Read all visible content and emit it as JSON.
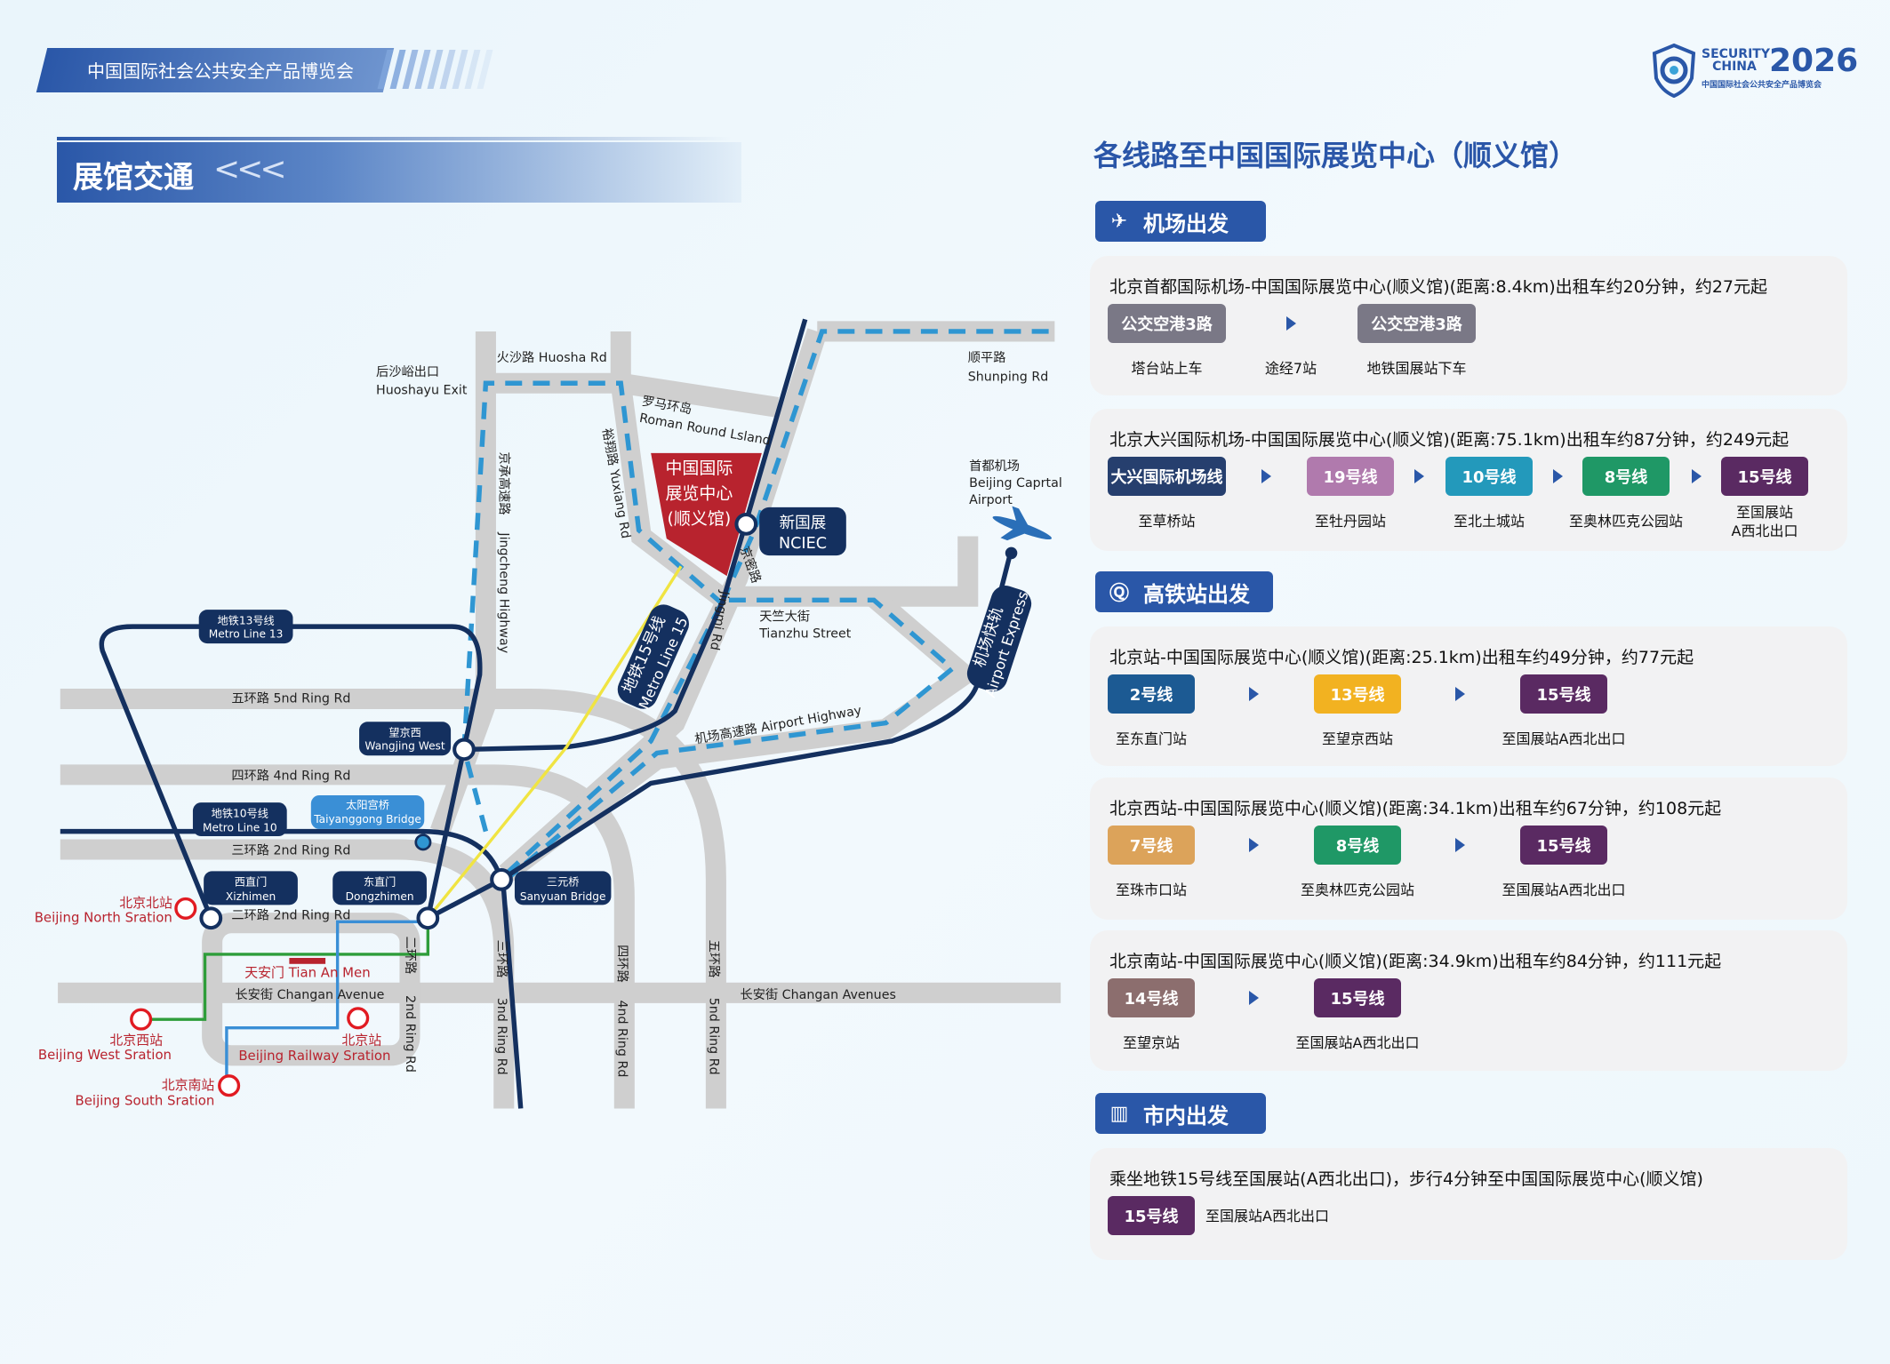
{
  "header": {
    "banner_text": "中国国际社会公共安全产品博览会",
    "section_title": "展馆交通",
    "section_chevrons": "<<<",
    "logo": {
      "line1": "SECURITY",
      "line2": "CHINA",
      "year": "2026",
      "subtitle": "中国国际社会公共安全产品博览会"
    }
  },
  "right_title": "各线路至中国国际展览中心（顺义馆）",
  "sections": [
    {
      "label": "机场出发",
      "icon": "airplane-icon"
    },
    {
      "label": "高铁站出发",
      "icon": "train-icon"
    },
    {
      "label": "市内出发",
      "icon": "building-icon"
    }
  ],
  "routes": [
    {
      "title": "北京首都国际机场-中国国际展览中心(顺义馆)(距离:8.4km)出租车约20分钟，约27元起",
      "steps": [
        {
          "type": "pill",
          "label": "公交空港3路",
          "color": "#7a7886",
          "sub": "塔台站上车"
        },
        {
          "type": "arrow",
          "sub": "途经7站"
        },
        {
          "type": "pill",
          "label": "公交空港3路",
          "color": "#7a7886",
          "sub": "地铁国展站下车"
        }
      ]
    },
    {
      "title": "北京大兴国际机场-中国国际展览中心(顺义馆)(距离:75.1km)出租车约87分钟，约249元起",
      "steps": [
        {
          "type": "pill",
          "label": "大兴国际机场线",
          "color": "#263f6e",
          "sub": "至草桥站"
        },
        {
          "type": "arrow"
        },
        {
          "type": "pill",
          "label": "19号线",
          "color": "#b07aad",
          "sub": "至牡丹园站"
        },
        {
          "type": "arrow"
        },
        {
          "type": "pill",
          "label": "10号线",
          "color": "#2399bb",
          "sub": "至北土城站"
        },
        {
          "type": "arrow"
        },
        {
          "type": "pill",
          "label": "8号线",
          "color": "#1f9866",
          "sub": "至奥林匹克公园站"
        },
        {
          "type": "arrow"
        },
        {
          "type": "pill",
          "label": "15号线",
          "color": "#5a2a62",
          "sub": "至国展站\nA西北出口"
        }
      ]
    },
    {
      "title": "北京站-中国国际展览中心(顺义馆)(距离:25.1km)出租车约49分钟，约77元起",
      "steps": [
        {
          "type": "pill",
          "label": "2号线",
          "color": "#1c5a93",
          "sub": "至东直门站"
        },
        {
          "type": "arrow"
        },
        {
          "type": "pill",
          "label": "13号线",
          "color": "#f2b221",
          "sub": "至望京西站"
        },
        {
          "type": "arrow"
        },
        {
          "type": "pill",
          "label": "15号线",
          "color": "#5a2a62",
          "sub": "至国展站A西北出口"
        }
      ]
    },
    {
      "title": "北京西站-中国国际展览中心(顺义馆)(距离:34.1km)出租车约67分钟，约108元起",
      "steps": [
        {
          "type": "pill",
          "label": "7号线",
          "color": "#dca35a",
          "sub": "至珠市口站"
        },
        {
          "type": "arrow"
        },
        {
          "type": "pill",
          "label": "8号线",
          "color": "#1f9866",
          "sub": "至奥林匹克公园站"
        },
        {
          "type": "arrow"
        },
        {
          "type": "pill",
          "label": "15号线",
          "color": "#5a2a62",
          "sub": "至国展站A西北出口"
        }
      ]
    },
    {
      "title": "北京南站-中国国际展览中心(顺义馆)(距离:34.9km)出租车约84分钟，约111元起",
      "steps": [
        {
          "type": "pill",
          "label": "14号线",
          "color": "#8c6e6e",
          "sub": "至望京站"
        },
        {
          "type": "arrow"
        },
        {
          "type": "pill",
          "label": "15号线",
          "color": "#5a2a62",
          "sub": "至国展站A西北出口"
        }
      ]
    },
    {
      "title": "乘坐地铁15号线至国展站(A西北出口)，步行4分钟至中国国际展览中心(顺义馆)",
      "steps": [
        {
          "type": "pill",
          "label": "15号线",
          "color": "#5a2a62",
          "sub": "至国展站A西北出口"
        }
      ]
    }
  ],
  "map": {
    "venue": [
      "中国国际",
      "展览中心",
      "(顺义馆)"
    ],
    "nciec": [
      "新国展",
      "NCIEC"
    ],
    "huosha": "火沙路 Huosha Rd",
    "huoshayu": [
      "后沙峪出口",
      "Huoshayu Exit"
    ],
    "roman": [
      "罗马环岛",
      "Roman Round Lsland"
    ],
    "yuxiang": "裕翔路 Yuxiang Rd",
    "jingcheng_cn": "京承高速路",
    "jingcheng_en": "Jingcheng Highway",
    "shunping": [
      "顺平路",
      "Shunping Rd"
    ],
    "airport": [
      "首都机场",
      "Beijing Caprtal",
      "Airport"
    ],
    "jingmi_cn": "京密路",
    "jingmi_en": "Jingmi Rd",
    "tianzhu": [
      "天竺大街",
      "Tianzhu Street"
    ],
    "metro15": [
      "地铁15号线",
      "Metro Line 15"
    ],
    "airport_express": [
      "机场快轨",
      "Airport Express"
    ],
    "airport_highway": "机场高速路  Airport Highway",
    "metro13": [
      "地铁13号线",
      "Metro Line 13"
    ],
    "ring5": "五环路 5nd Ring Rd",
    "ring4": "四环路 4nd Ring Rd",
    "ring3": "三环路 2nd Ring Rd",
    "ring2": "二环路 2nd Ring Rd",
    "wangjing": [
      "望京西",
      "Wangjing West"
    ],
    "metro10": [
      "地铁10号线",
      "Metro Line 10"
    ],
    "taiyanggong": [
      "太阳宫桥",
      "Taiyanggong Bridge"
    ],
    "xizhimen": [
      "西直门",
      "Xizhimen"
    ],
    "dongzhimen": [
      "东直门",
      "Dongzhimen"
    ],
    "sanyuan": [
      "三元桥",
      "Sanyuan Bridge"
    ],
    "bj_north": [
      "北京北站",
      "Beijing North Sration"
    ],
    "bj_west": [
      "北京西站",
      "Beijing West Sration"
    ],
    "bj_south": [
      "北京南站",
      "Beijing South Sration"
    ],
    "bj_station": [
      "北京站",
      "Beijing Railway Sration"
    ],
    "tiananmen": "天安门 Tian An Men",
    "changan_w": "长安街 Changan Avenue",
    "changan_e": "长安街 Changan Avenues",
    "v2_cn": "二环路",
    "v2_en": "2nd Ring Rd",
    "v3_cn": "三环路",
    "v3_en": "3nd Ring Rd",
    "v4_cn": "四环路",
    "v4_en": "4nd Ring Rd",
    "v5_cn": "五环路",
    "v5_en": "5nd Ring Rd"
  }
}
